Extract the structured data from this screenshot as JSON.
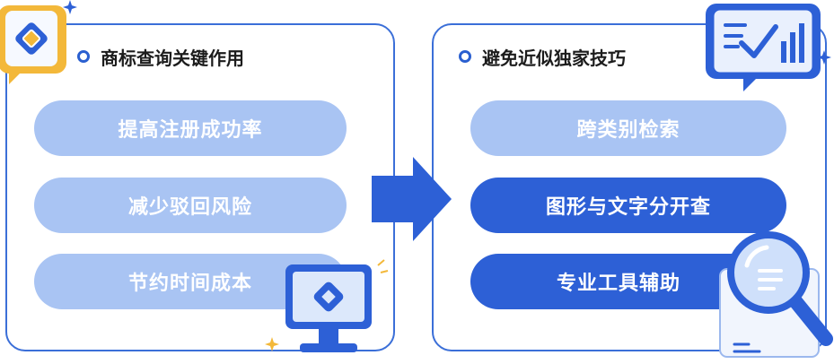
{
  "left_panel": {
    "title": "商标查询关键作用",
    "items": [
      "提高注册成功率",
      "减少驳回风险",
      "节约时间成本"
    ]
  },
  "right_panel": {
    "title": "避免近似独家技巧",
    "items": [
      "跨类别检索",
      "图形与文字分开查",
      "专业工具辅助"
    ]
  },
  "colors": {
    "accent": "#2d60d6",
    "border": "#3b6fd8",
    "pill_light": "#a9c4f3",
    "icon_yellow": "#f3b83a"
  },
  "icons": [
    "logo-badge-icon",
    "monitor-logo-icon",
    "chart-check-icon",
    "magnifier-document-icon",
    "arrow-right-icon",
    "sparkle-icon"
  ]
}
